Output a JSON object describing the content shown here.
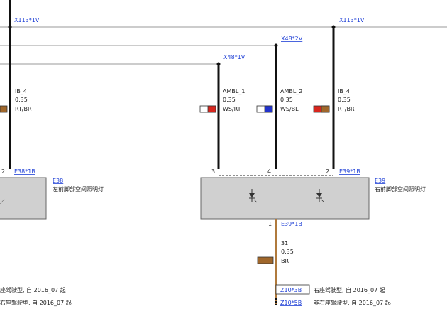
{
  "colors": {
    "component_fill": "#d0d0d0",
    "link": "#1e3fd6",
    "wire": "#111111",
    "wire_brown": "#b07a3c",
    "red": "#d8261e",
    "blue": "#2233cc",
    "white": "#ffffff",
    "brown": "#a0672b"
  },
  "connectors": {
    "x113_left": "X113*1V",
    "x113_right": "X113*1V",
    "x48_2v": "X48*2V",
    "x48_1v": "X48*1V",
    "e38_1b": "E38*1B",
    "e39_1b_top": "E39*1B",
    "e39_1b_bottom": "E39*1B",
    "z10_3b": "Z10*3B",
    "z10_5b": "Z10*5B"
  },
  "wires": {
    "left": {
      "name": "IB_4",
      "size": "0.35",
      "color": "RT/BR",
      "pin": "2"
    },
    "ambl1": {
      "name": "AMBL_1",
      "size": "0.35",
      "color": "WS/RT",
      "pin": "3"
    },
    "ambl2": {
      "name": "AMBL_2",
      "size": "0.35",
      "color": "WS/BL",
      "pin": "4"
    },
    "right": {
      "name": "IB_4",
      "size": "0.35",
      "color": "RT/BR",
      "pin": "2"
    },
    "ground": {
      "name": "31",
      "size": "0.35",
      "color": "BR",
      "pin": "1"
    }
  },
  "components": {
    "e38": {
      "code": "E38",
      "desc": "左前脚部空间照明灯"
    },
    "e39": {
      "code": "E39",
      "desc": "右前脚部空间照明灯"
    }
  },
  "notes": {
    "left_1": "座驾驶型, 自 2016_07 起",
    "left_2": "右座驾驶型, 自 2016_07 起",
    "right_1": "右座驾驶型, 自 2016_07 起",
    "right_2": "非右座驾驶型, 自 2016_07 起"
  }
}
